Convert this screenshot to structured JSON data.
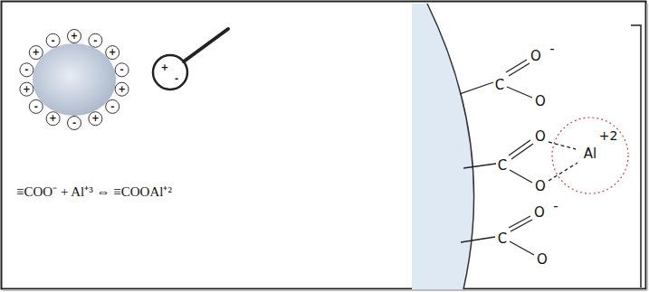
{
  "diagram": {
    "labels": [
      "≡COO⁻ + Al⁺³ ⇔ ≡COOAl⁺²",
      "+",
      "-",
      "+",
      "-",
      "+",
      "-",
      "+",
      "-",
      "+",
      "-",
      "+",
      "-",
      "+",
      "-",
      "+",
      "-",
      "C",
      "O",
      "O",
      "-",
      "C",
      "O",
      "O",
      "+2",
      "Al",
      "C",
      "O",
      "O",
      "-"
    ]
  }
}
